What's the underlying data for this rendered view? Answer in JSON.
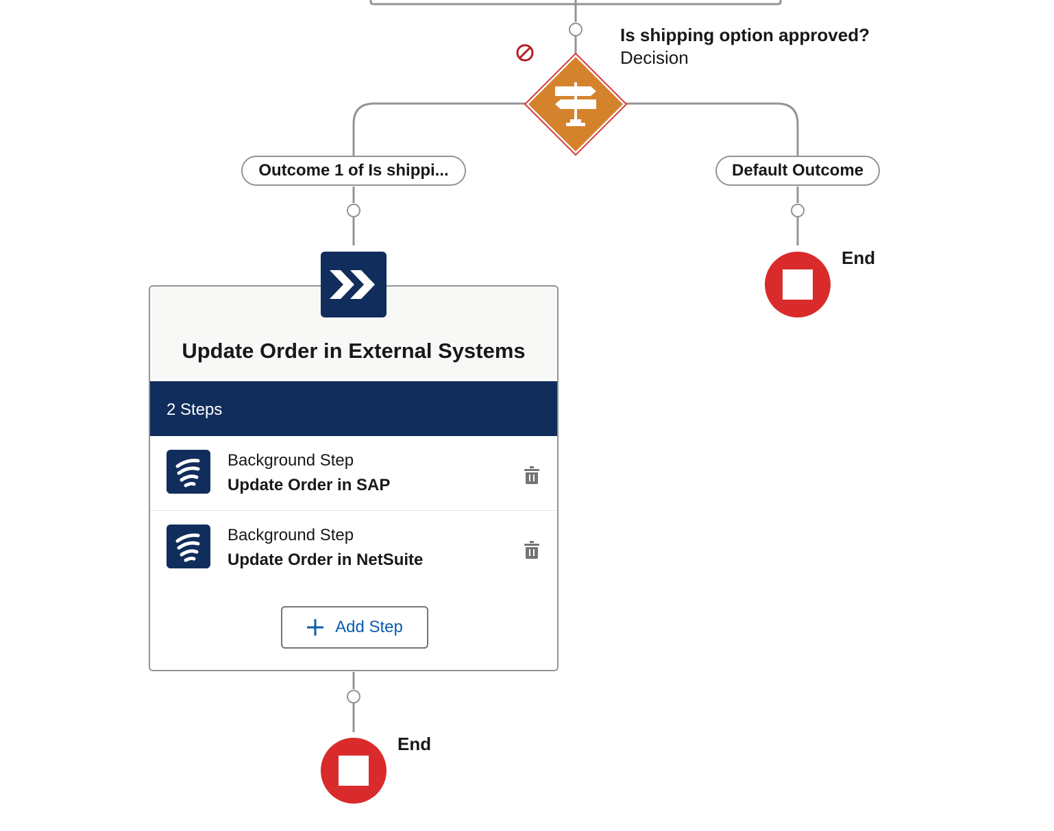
{
  "decision": {
    "title": "Is shipping option approved?",
    "type": "Decision",
    "icon": "signpost-icon",
    "error_icon": "prohibited-icon",
    "color": "#d4832c"
  },
  "outcomes": [
    {
      "label": "Outcome 1 of Is shippi..."
    },
    {
      "label": "Default Outcome"
    }
  ],
  "ends": [
    {
      "label": "End"
    },
    {
      "label": "End"
    }
  ],
  "stage": {
    "title": "Update Order in External Systems",
    "icon": "chevrons-right-icon",
    "steps_label": "2 Steps",
    "steps": [
      {
        "type": "Background Step",
        "name": "Update Order in SAP",
        "icon": "flow-icon"
      },
      {
        "type": "Background Step",
        "name": "Update Order in NetSuite",
        "icon": "flow-icon"
      }
    ],
    "add_step_label": "Add Step"
  },
  "colors": {
    "navy": "#112d5c",
    "end_red": "#d92b2b",
    "connector": "#939393",
    "link_blue": "#0b5cab"
  }
}
